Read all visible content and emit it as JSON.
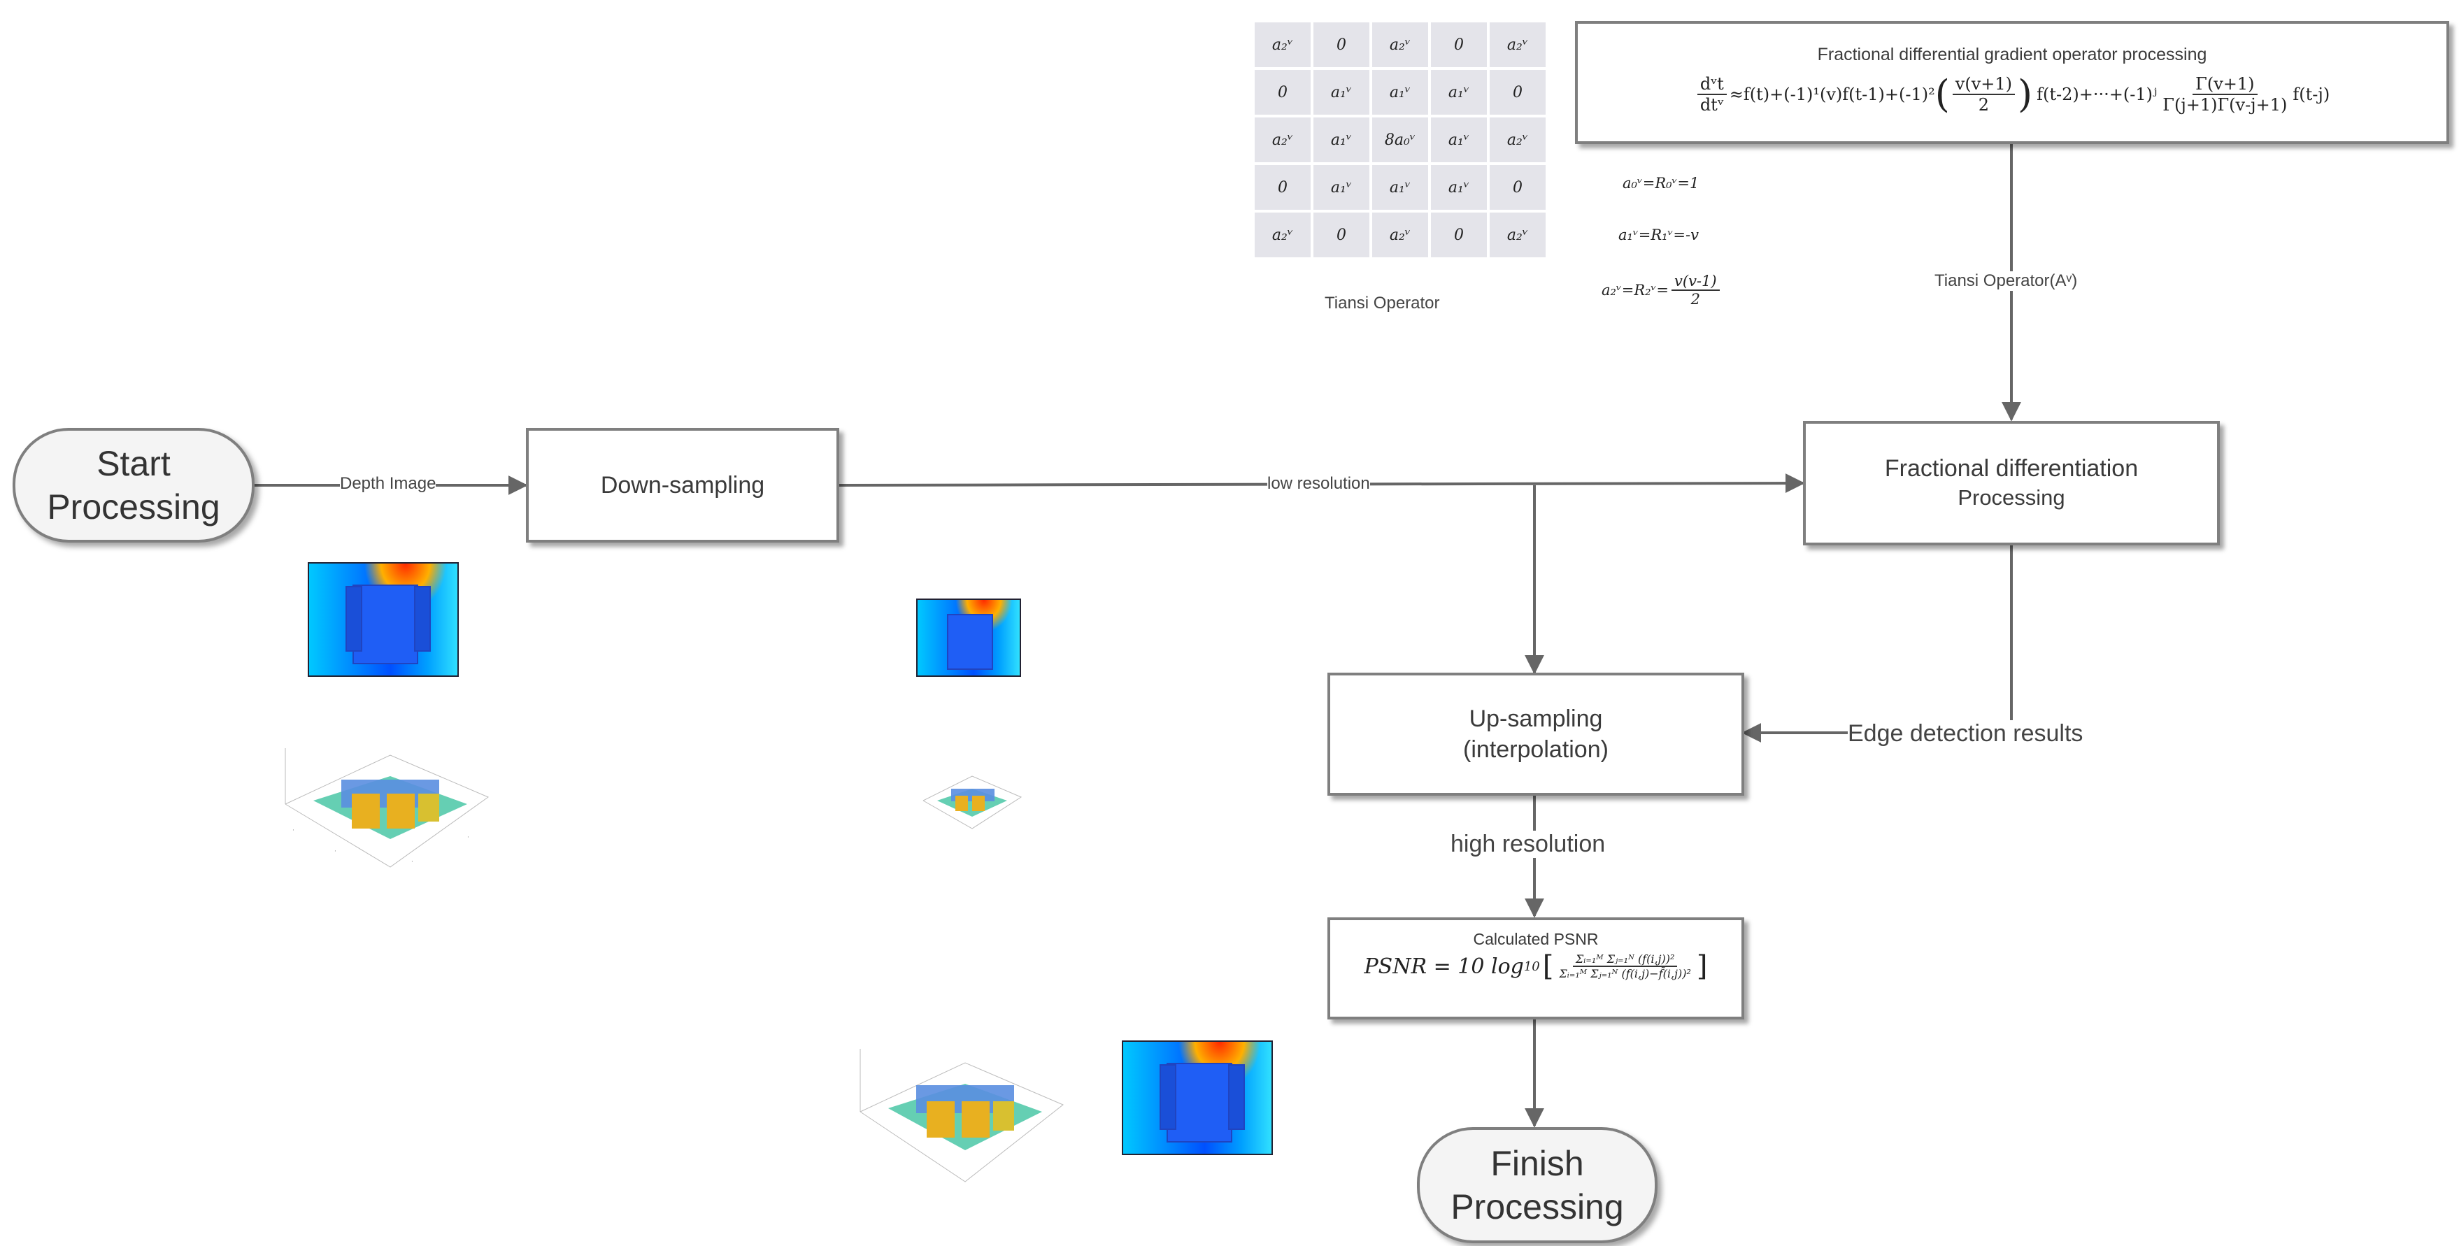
{
  "nodes": {
    "start": {
      "line1": "Start",
      "line2": "Processing"
    },
    "downsampling": {
      "label": "Down-sampling"
    },
    "fractional_diff": {
      "line1": "Fractional differentiation",
      "line2": "Processing"
    },
    "upsampling": {
      "line1": "Up-sampling",
      "line2": "(interpolation)"
    },
    "psnr_box": {
      "title": "Calculated PSNR"
    },
    "gradient_box": {
      "title": "Fractional differential gradient operator processing"
    },
    "finish": {
      "line1": "Finish",
      "line2": "Processing"
    }
  },
  "edges": {
    "depth_image": "Depth Image",
    "low_resolution": "low resolution",
    "tiansi_operator": "Tiansi Operator(Aᵛ)",
    "edge_detection": "Edge detection results",
    "high_resolution": "high resolution"
  },
  "tiansi": {
    "caption": "Tiansi Operator",
    "rows": [
      [
        "a₂ᵛ",
        "0",
        "a₂ᵛ",
        "0",
        "a₂ᵛ"
      ],
      [
        "0",
        "a₁ᵛ",
        "a₁ᵛ",
        "a₁ᵛ",
        "0"
      ],
      [
        "a₂ᵛ",
        "a₁ᵛ",
        "8a₀ᵛ",
        "a₁ᵛ",
        "a₂ᵛ"
      ],
      [
        "0",
        "a₁ᵛ",
        "a₁ᵛ",
        "a₁ᵛ",
        "0"
      ],
      [
        "a₂ᵛ",
        "0",
        "a₂ᵛ",
        "0",
        "a₂ᵛ"
      ]
    ],
    "coef0": "a₀ᵛ=R₀ᵛ=1",
    "coef1": "a₁ᵛ=R₁ᵛ=-v",
    "coef2_lhs": "a₂ᵛ=R₂ᵛ=",
    "coef2_num": "v(v-1)",
    "coef2_den": "2"
  },
  "formula": {
    "lhs_num": "dᵛt",
    "lhs_den": "dtᵛ",
    "part1": "≈f(t)+(-1)¹(v)f(t-1)+(-1)²",
    "frac1_num": "v(v+1)",
    "frac1_den": "2",
    "part2": "f(t-2)+···+(-1)ʲ",
    "frac2_num": "Γ(v+1)",
    "frac2_den": "Γ(j+1)Γ(v-j+1)",
    "part3": "f(t-j)"
  },
  "psnr": {
    "lhs": "PSNR = 10 log",
    "sub": "10",
    "num": "Σᵢ₌₁ᴹ Σⱼ₌₁ᴺ (f(i,j))²",
    "den": "Σᵢ₌₁ᴹ Σⱼ₌₁ᴺ (f(i,j)−f̃(i,j))²"
  }
}
